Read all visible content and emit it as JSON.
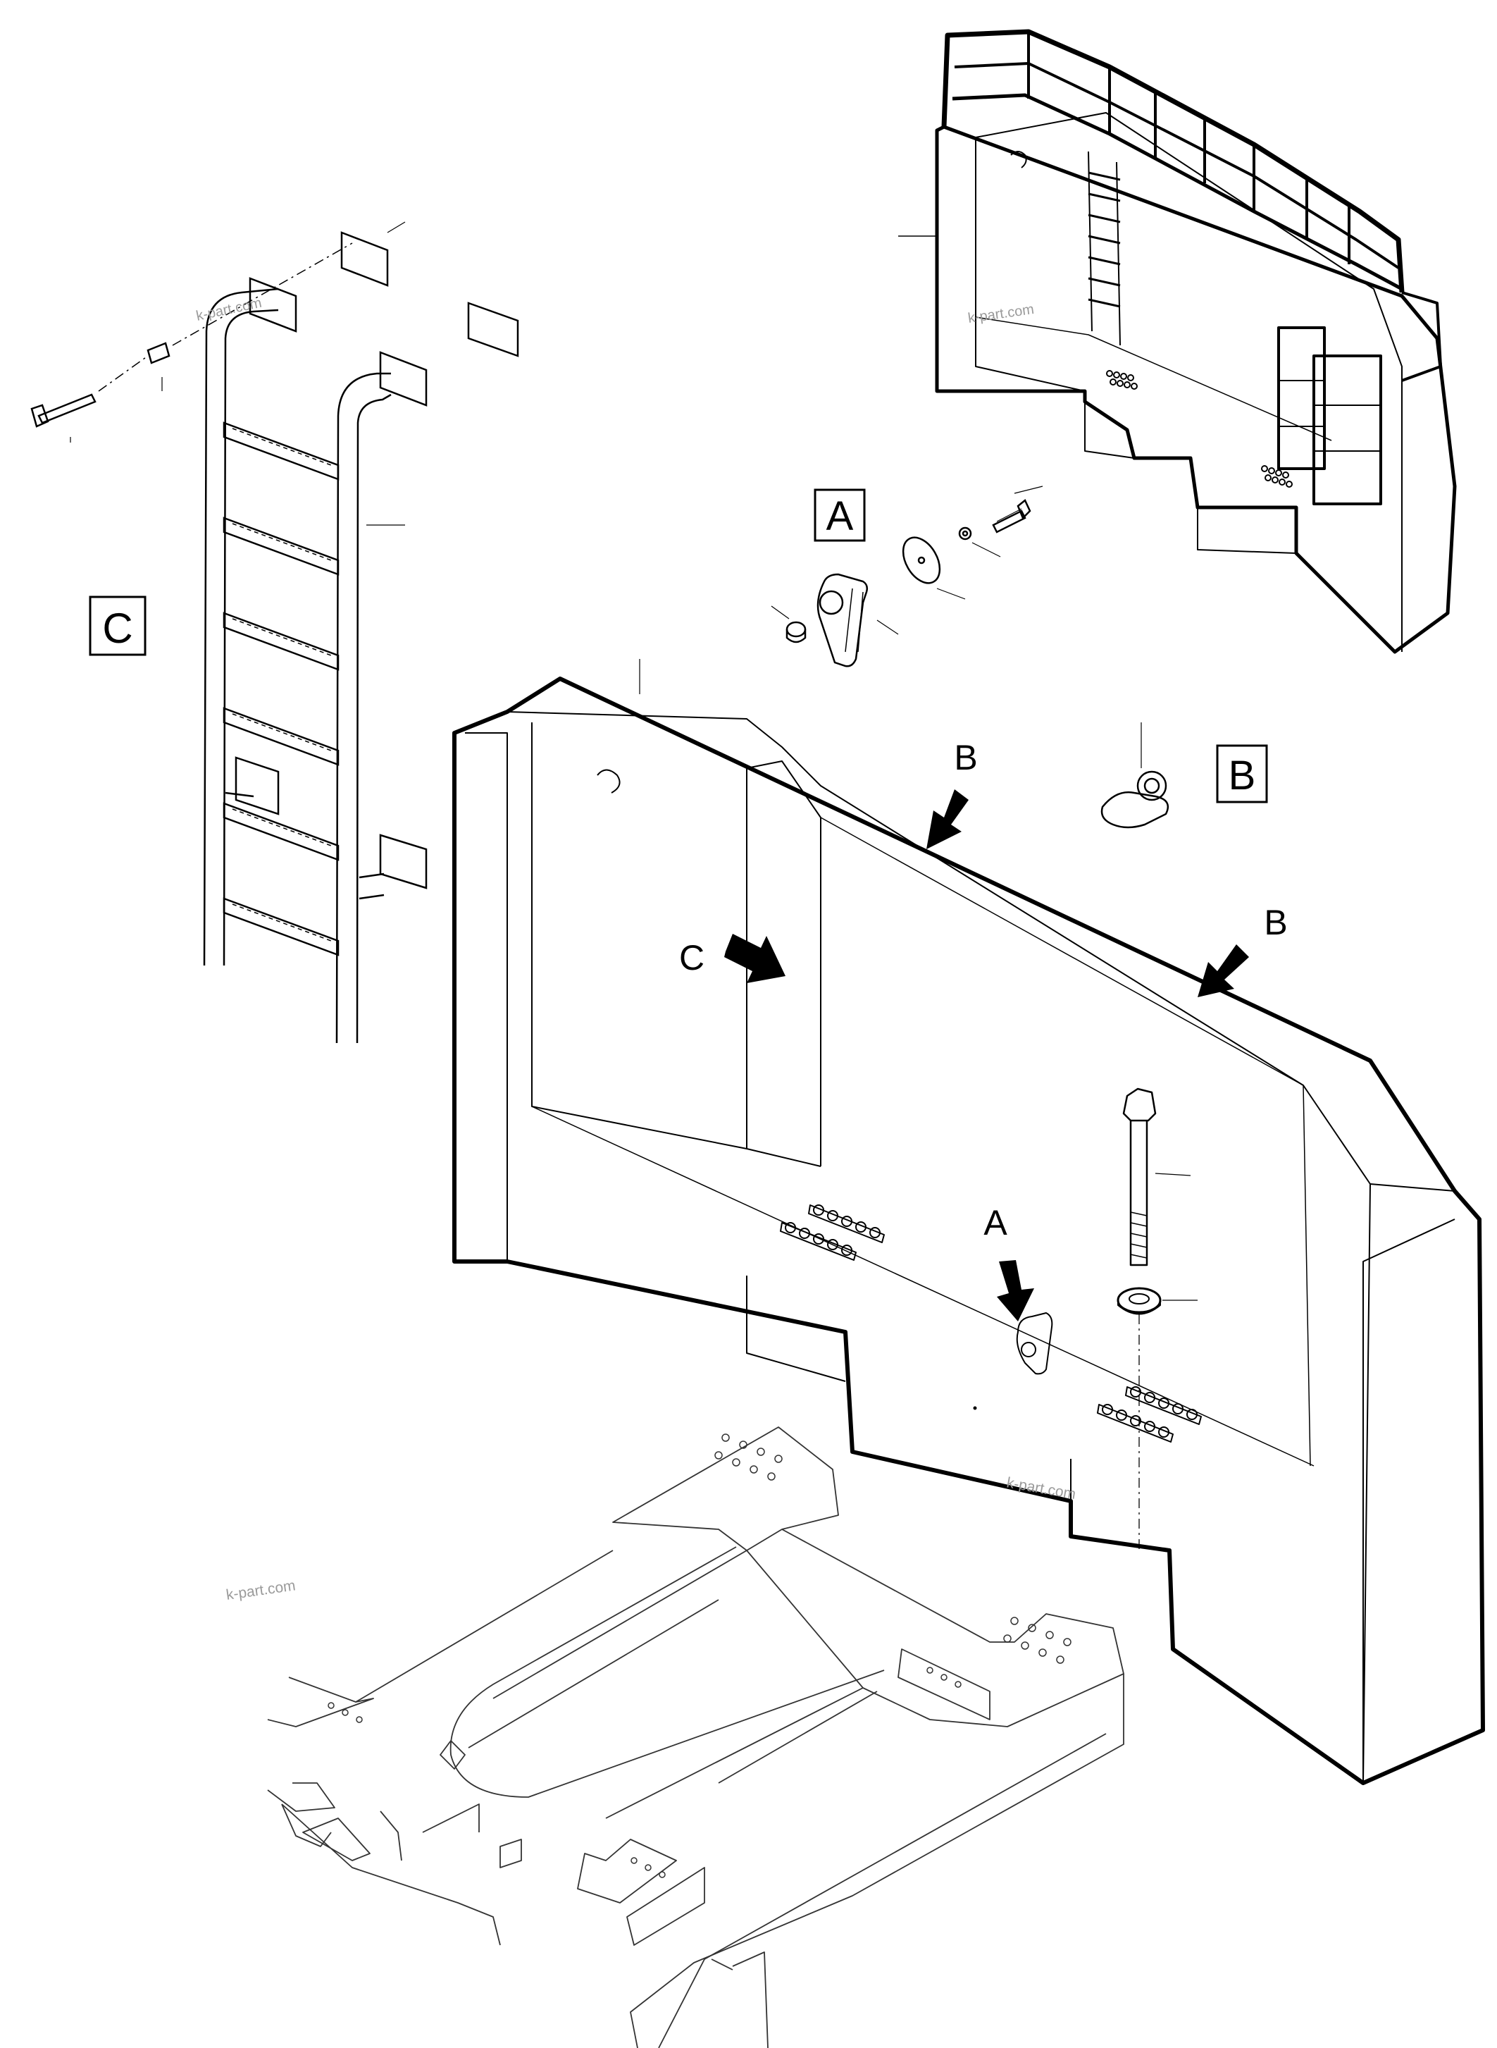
{
  "detail_labels": {
    "A": "A",
    "B": "B",
    "C": "C"
  },
  "callout_labels": {
    "a": "A",
    "b1": "B",
    "b2": "B",
    "c": "C"
  },
  "watermarks": {
    "top_right": "k-part.com",
    "ladder": "k-part.com",
    "center": "k-part.com",
    "left": "k-part.com"
  },
  "colors": {
    "line": "#000000",
    "thin_line": "#333333",
    "background": "#ffffff",
    "watermark": "#9a9a9a"
  }
}
